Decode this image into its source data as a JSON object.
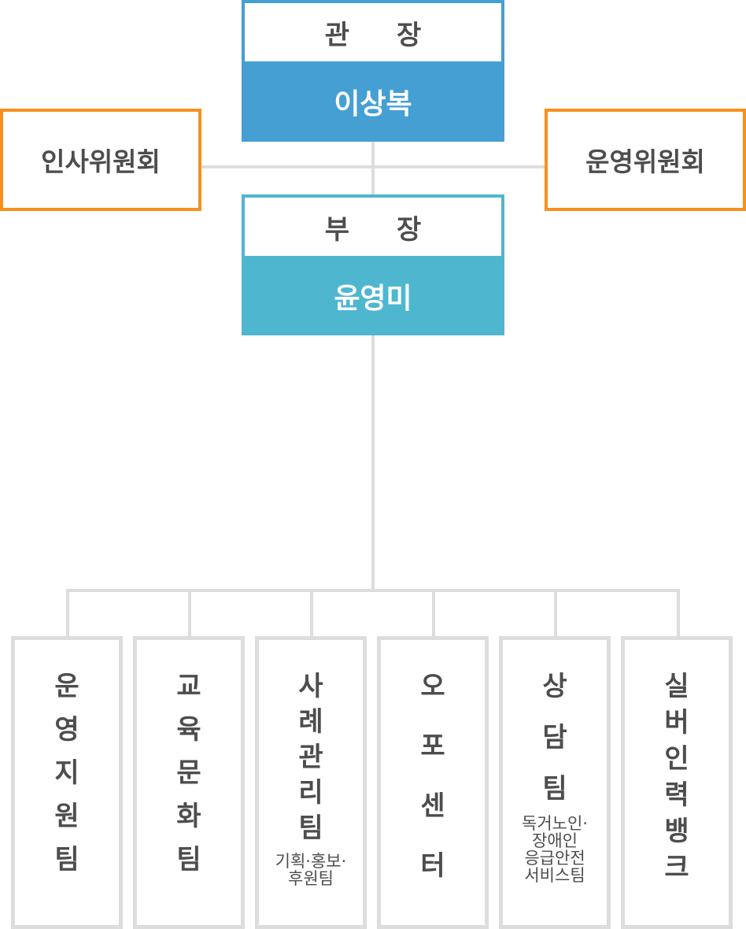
{
  "colors": {
    "director_blue": "#459fd3",
    "vice_blue": "#4fb6d0",
    "committee_orange": "#f7901e",
    "connector_gray": "#dddddd",
    "text_gray": "#4d4d4d"
  },
  "director": {
    "role_chars": [
      "관",
      "장"
    ],
    "name": "이상복"
  },
  "vice_director": {
    "role_chars": [
      "부",
      "장"
    ],
    "name": "윤영미"
  },
  "committees": {
    "left": {
      "label": "인사위원회"
    },
    "right": {
      "label": "운영위원회"
    }
  },
  "teams": [
    {
      "chars": [
        "운",
        "영",
        "지",
        "원",
        "팀"
      ],
      "sub": ""
    },
    {
      "chars": [
        "교",
        "육",
        "문",
        "화",
        "팀"
      ],
      "sub": ""
    },
    {
      "chars": [
        "사",
        "례",
        "관",
        "리",
        "팀"
      ],
      "sub": "기획·홍보·\n후원팀"
    },
    {
      "chars": [
        "오",
        "포",
        "센",
        "터"
      ],
      "sub": ""
    },
    {
      "chars": [
        "상",
        "담",
        "팀"
      ],
      "sub": "독거노인·\n장애인\n응급안전\n서비스팀"
    },
    {
      "chars": [
        "실",
        "버",
        "인",
        "력",
        "뱅",
        "크"
      ],
      "sub": ""
    }
  ]
}
